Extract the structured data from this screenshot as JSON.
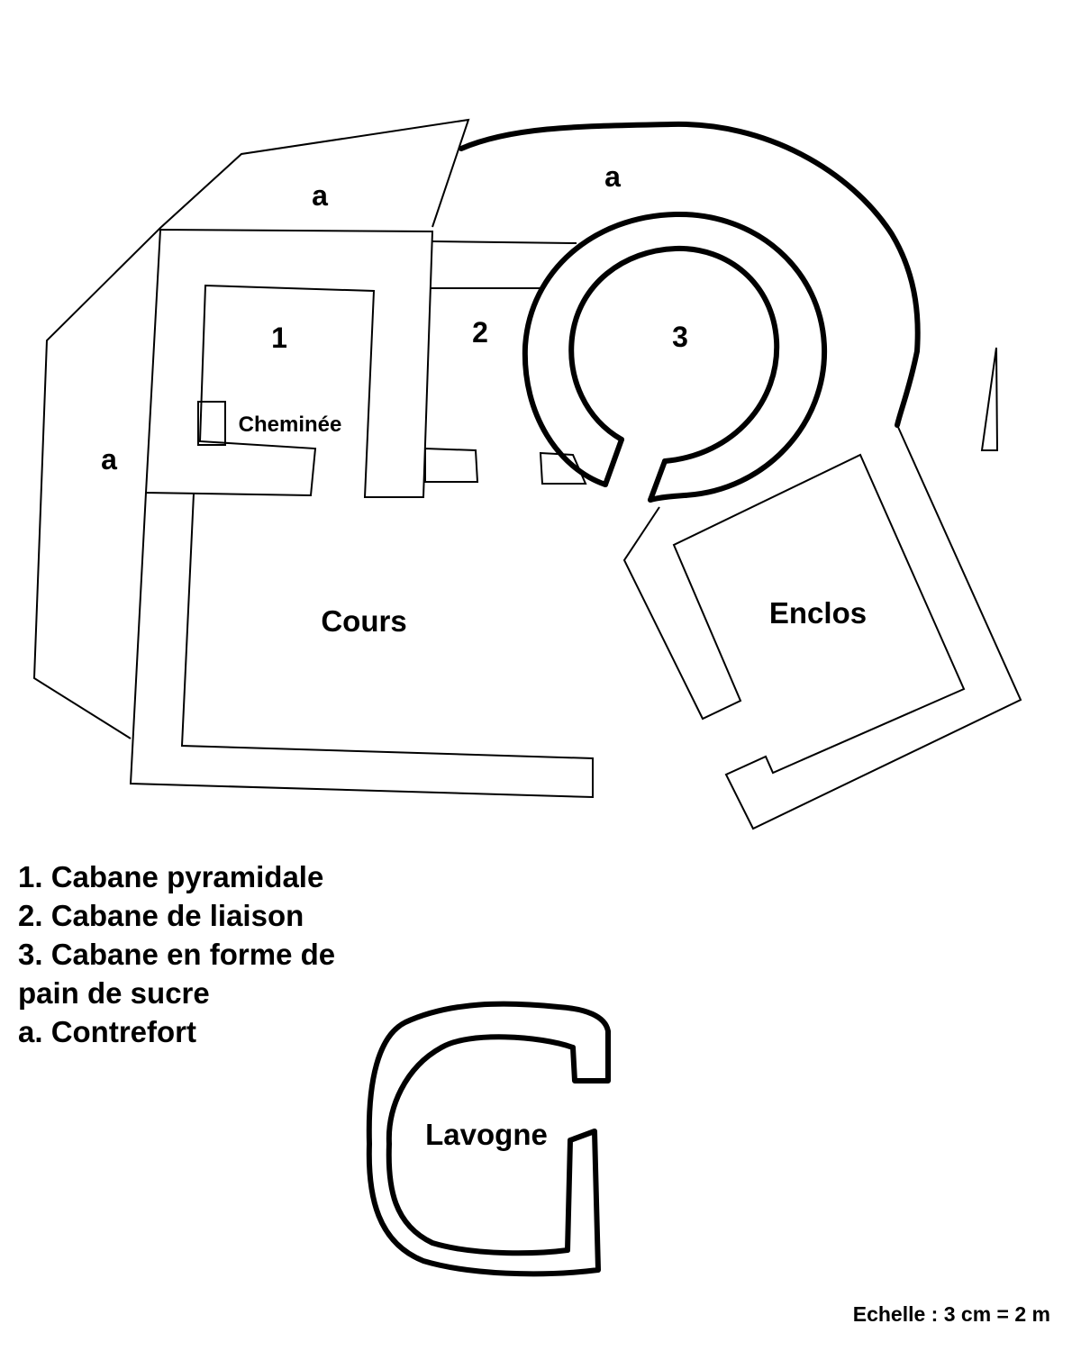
{
  "labels": {
    "contrefort_top_left": "a",
    "contrefort_top_right": "a",
    "contrefort_left": "a",
    "cabane_1": "1",
    "cabane_2": "2",
    "cabane_3": "3",
    "cheminee": "Cheminée",
    "cours": "Cours",
    "enclos": "Enclos",
    "lavogne": "Lavogne"
  },
  "legend": [
    "1. Cabane pyramidale",
    "2. Cabane de liaison",
    "3. Cabane en forme de pain de sucre",
    "a. Contrefort"
  ],
  "scale": "Echelle : 3 cm = 2 m"
}
